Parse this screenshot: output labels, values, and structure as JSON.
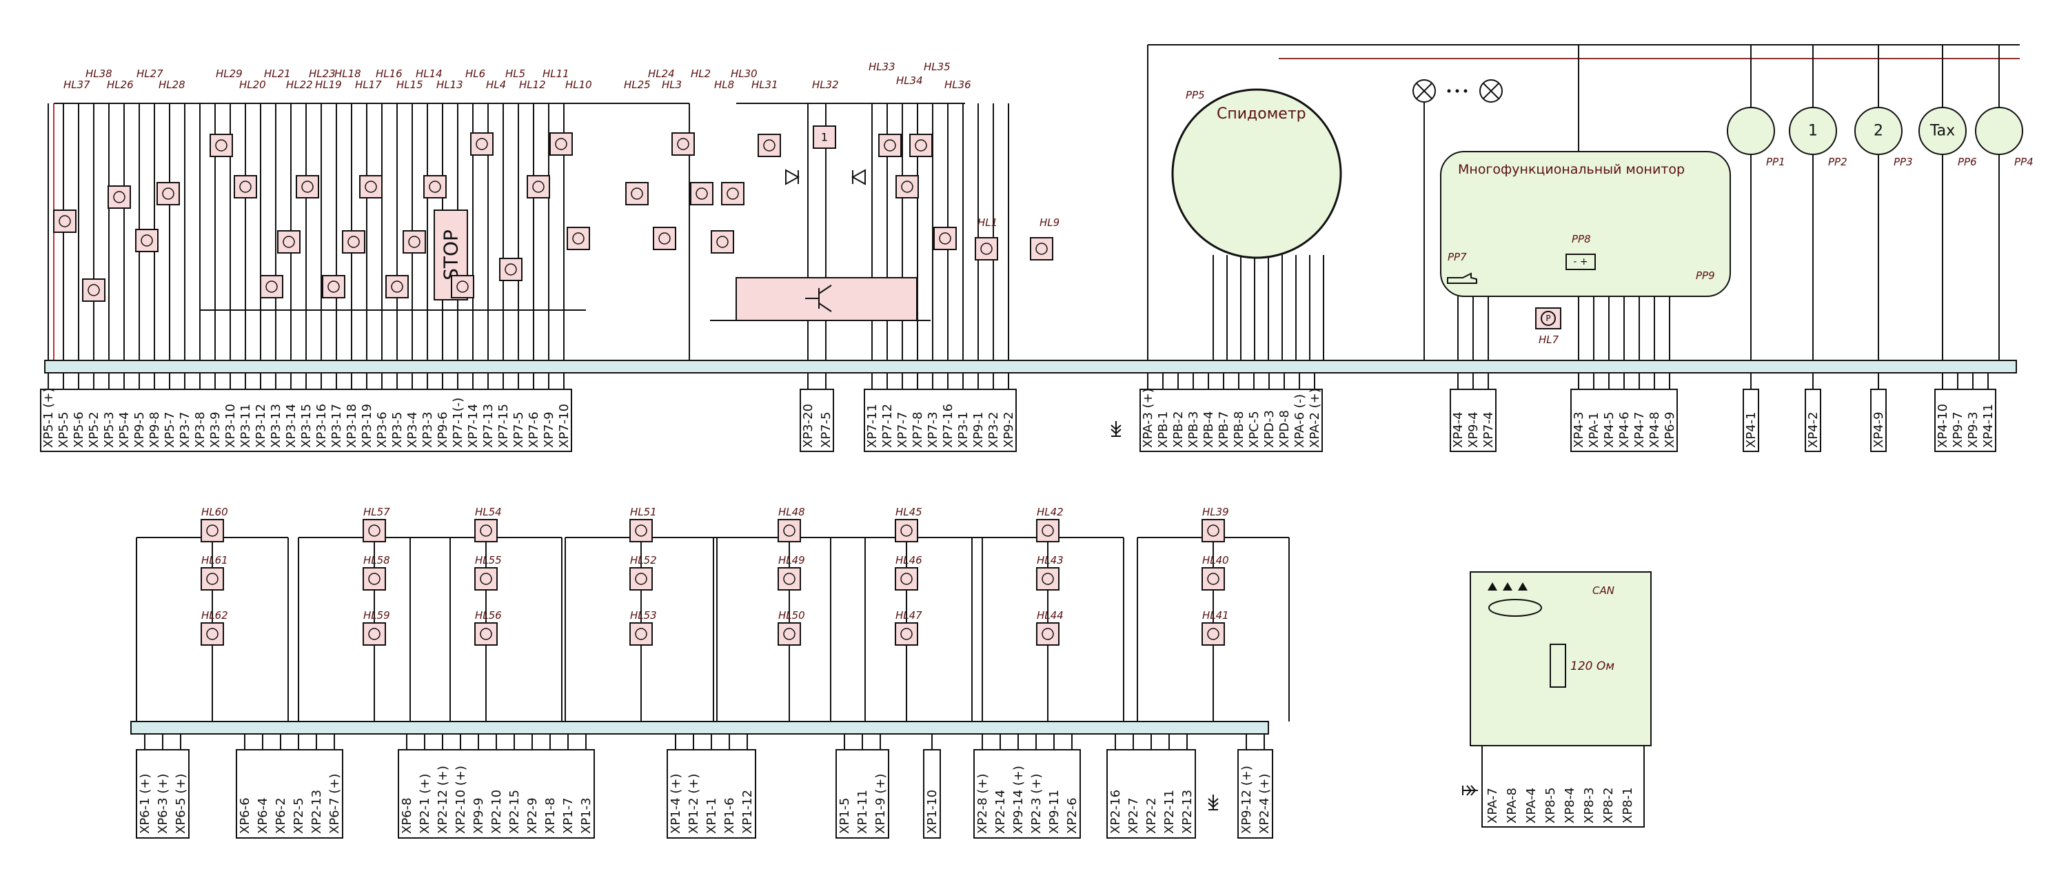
{
  "colors": {
    "wire": "#111111",
    "lamp_fill": "#f8dada",
    "bus_fill": "#d6ecec",
    "gauge_fill": "#eaf6dc",
    "label": "#5a1010",
    "power_line": "#c03030"
  },
  "top_row": {
    "lamp_labels": [
      "HL37",
      "HL38",
      "HL26",
      "HL27",
      "HL28",
      "HL29",
      "HL20",
      "HL21",
      "HL22",
      "HL23",
      "HL19",
      "HL18",
      "HL17",
      "HL16",
      "HL15",
      "HL14",
      "HL13",
      "HL6",
      "HL4",
      "HL5",
      "HL12",
      "HL11",
      "HL10",
      "HL24",
      "HL25",
      "HL3",
      "HL2",
      "HL8",
      "HL30",
      "HL31",
      "HL32",
      "HL33",
      "HL34",
      "HL35",
      "HL36",
      "HL1",
      "HL9"
    ],
    "connectors": [
      "XP5-1 (+)",
      "XP5-5",
      "XP5-6",
      "XP5-2",
      "XP5-3",
      "XP5-4",
      "XP9-5",
      "XP9-8",
      "XP5-7",
      "XP3-7",
      "XP3-8",
      "XP3-9",
      "XP3-10",
      "XP3-11",
      "XP3-12",
      "XP3-13",
      "XP3-14",
      "XP3-15",
      "XP3-16",
      "XP3-17",
      "XP3-18",
      "XP3-19",
      "XP3-6",
      "XP3-5",
      "XP3-4",
      "XP3-3",
      "XP9-6",
      "XP7-1(-)",
      "XP7-14",
      "XP7-13",
      "XP7-15",
      "XP7-5",
      "XP7-6",
      "XP7-9",
      "XP7-10",
      "XP3-20",
      "XP7-5",
      "XP7-11",
      "XP7-12",
      "XP7-7",
      "XP7-8",
      "XP7-3",
      "XP7-16",
      "XP3-1",
      "XP9-1",
      "XP3-2",
      "XP9-2",
      "XPA-3 (+)",
      "XPB-1",
      "XPB-2",
      "XPB-3",
      "XPB-4",
      "XPB-7",
      "XPB-8",
      "XPC-5",
      "XPD-3",
      "XPD-8",
      "XPA-6 (-)",
      "XPA-2 (+)",
      "XP4-4",
      "XP9-4",
      "XP7-4",
      "XP4-3",
      "XPA-1",
      "XP4-5",
      "XP4-6",
      "XP4-7",
      "XP4-8",
      "XP6-9",
      "XP4-1",
      "XP4-2",
      "XP4-9",
      "XP4-10",
      "XP9-7",
      "XP9-3",
      "XP4-11"
    ],
    "speedometer": {
      "label": "PP5",
      "title": "Спидометр"
    },
    "monitor": {
      "title": "Многофункциональный монитор",
      "labels": [
        "PP7",
        "PP8",
        "PP9",
        "HL7"
      ]
    },
    "gauges": [
      {
        "label": "PP1",
        "symbol": ""
      },
      {
        "label": "PP2",
        "symbol": "1"
      },
      {
        "label": "PP3",
        "symbol": "2"
      },
      {
        "label": "PP6",
        "symbol": "Tax"
      },
      {
        "label": "PP4",
        "symbol": ""
      }
    ],
    "stop_text": "STOP"
  },
  "bottom_row": {
    "lamp_labels": [
      "HL60",
      "HL61",
      "HL62",
      "HL57",
      "HL58",
      "HL59",
      "HL54",
      "HL55",
      "HL56",
      "HL51",
      "HL52",
      "HL53",
      "HL48",
      "HL49",
      "HL50",
      "HL45",
      "HL46",
      "HL47",
      "HL42",
      "HL43",
      "HL44",
      "HL39",
      "HL40",
      "HL41"
    ],
    "connectors": [
      "XP6-1 (+)",
      "XP6-3 (+)",
      "XP6-5 (+)",
      "XP6-6",
      "XP6-4",
      "XP6-2",
      "XP2-5",
      "XP2-13",
      "XP6-7 (+)",
      "XP6-8",
      "XP2-1 (+)",
      "XP2-12 (+)",
      "XP2-10 (+)",
      "XP9-9",
      "XP2-10",
      "XP2-15",
      "XP2-9",
      "XP1-8",
      "XP1-7",
      "XP1-3",
      "XP1-4 (+)",
      "XP1-2 (+)",
      "XP1-1",
      "XP1-6",
      "XP1-12",
      "XP1-5",
      "XP1-11",
      "XP1-9 (+)",
      "XP1-10",
      "XP2-8 (+)",
      "XP2-14",
      "XP9-14 (+)",
      "XP2-3 (+)",
      "XP9-11",
      "XP2-6",
      "XP2-16",
      "XP2-7",
      "XP2-2",
      "XP2-11",
      "XP2-13",
      "XP9-12 (+)",
      "XP2-4 (+)"
    ]
  },
  "can_block": {
    "title": "CAN",
    "resistor": "120 Ом",
    "connectors": [
      "XPA-7",
      "XPA-8",
      "XPA-4",
      "XP8-5",
      "XP8-4",
      "XP8-3",
      "XP8-2",
      "XP8-1"
    ]
  }
}
